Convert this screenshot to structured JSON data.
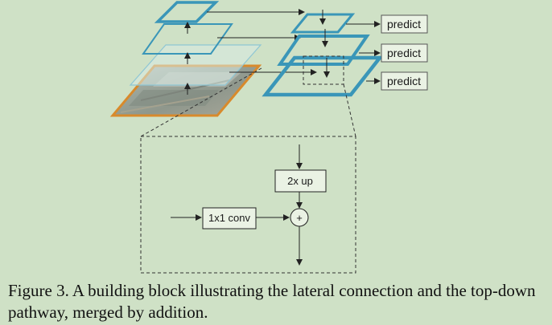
{
  "figure": {
    "predict_labels": [
      "predict",
      "predict",
      "predict"
    ],
    "detail": {
      "upsample_label": "2x up",
      "conv_label": "1x1 conv",
      "add_symbol": "+"
    },
    "colors": {
      "background": "#cfe1c6",
      "pyramid_stroke": "#3a96b8",
      "image_border": "#d88a2c",
      "ink": "#222222"
    }
  },
  "caption": "Figure 3. A building block illustrating the lateral connection and the top-down pathway, merged by addition."
}
